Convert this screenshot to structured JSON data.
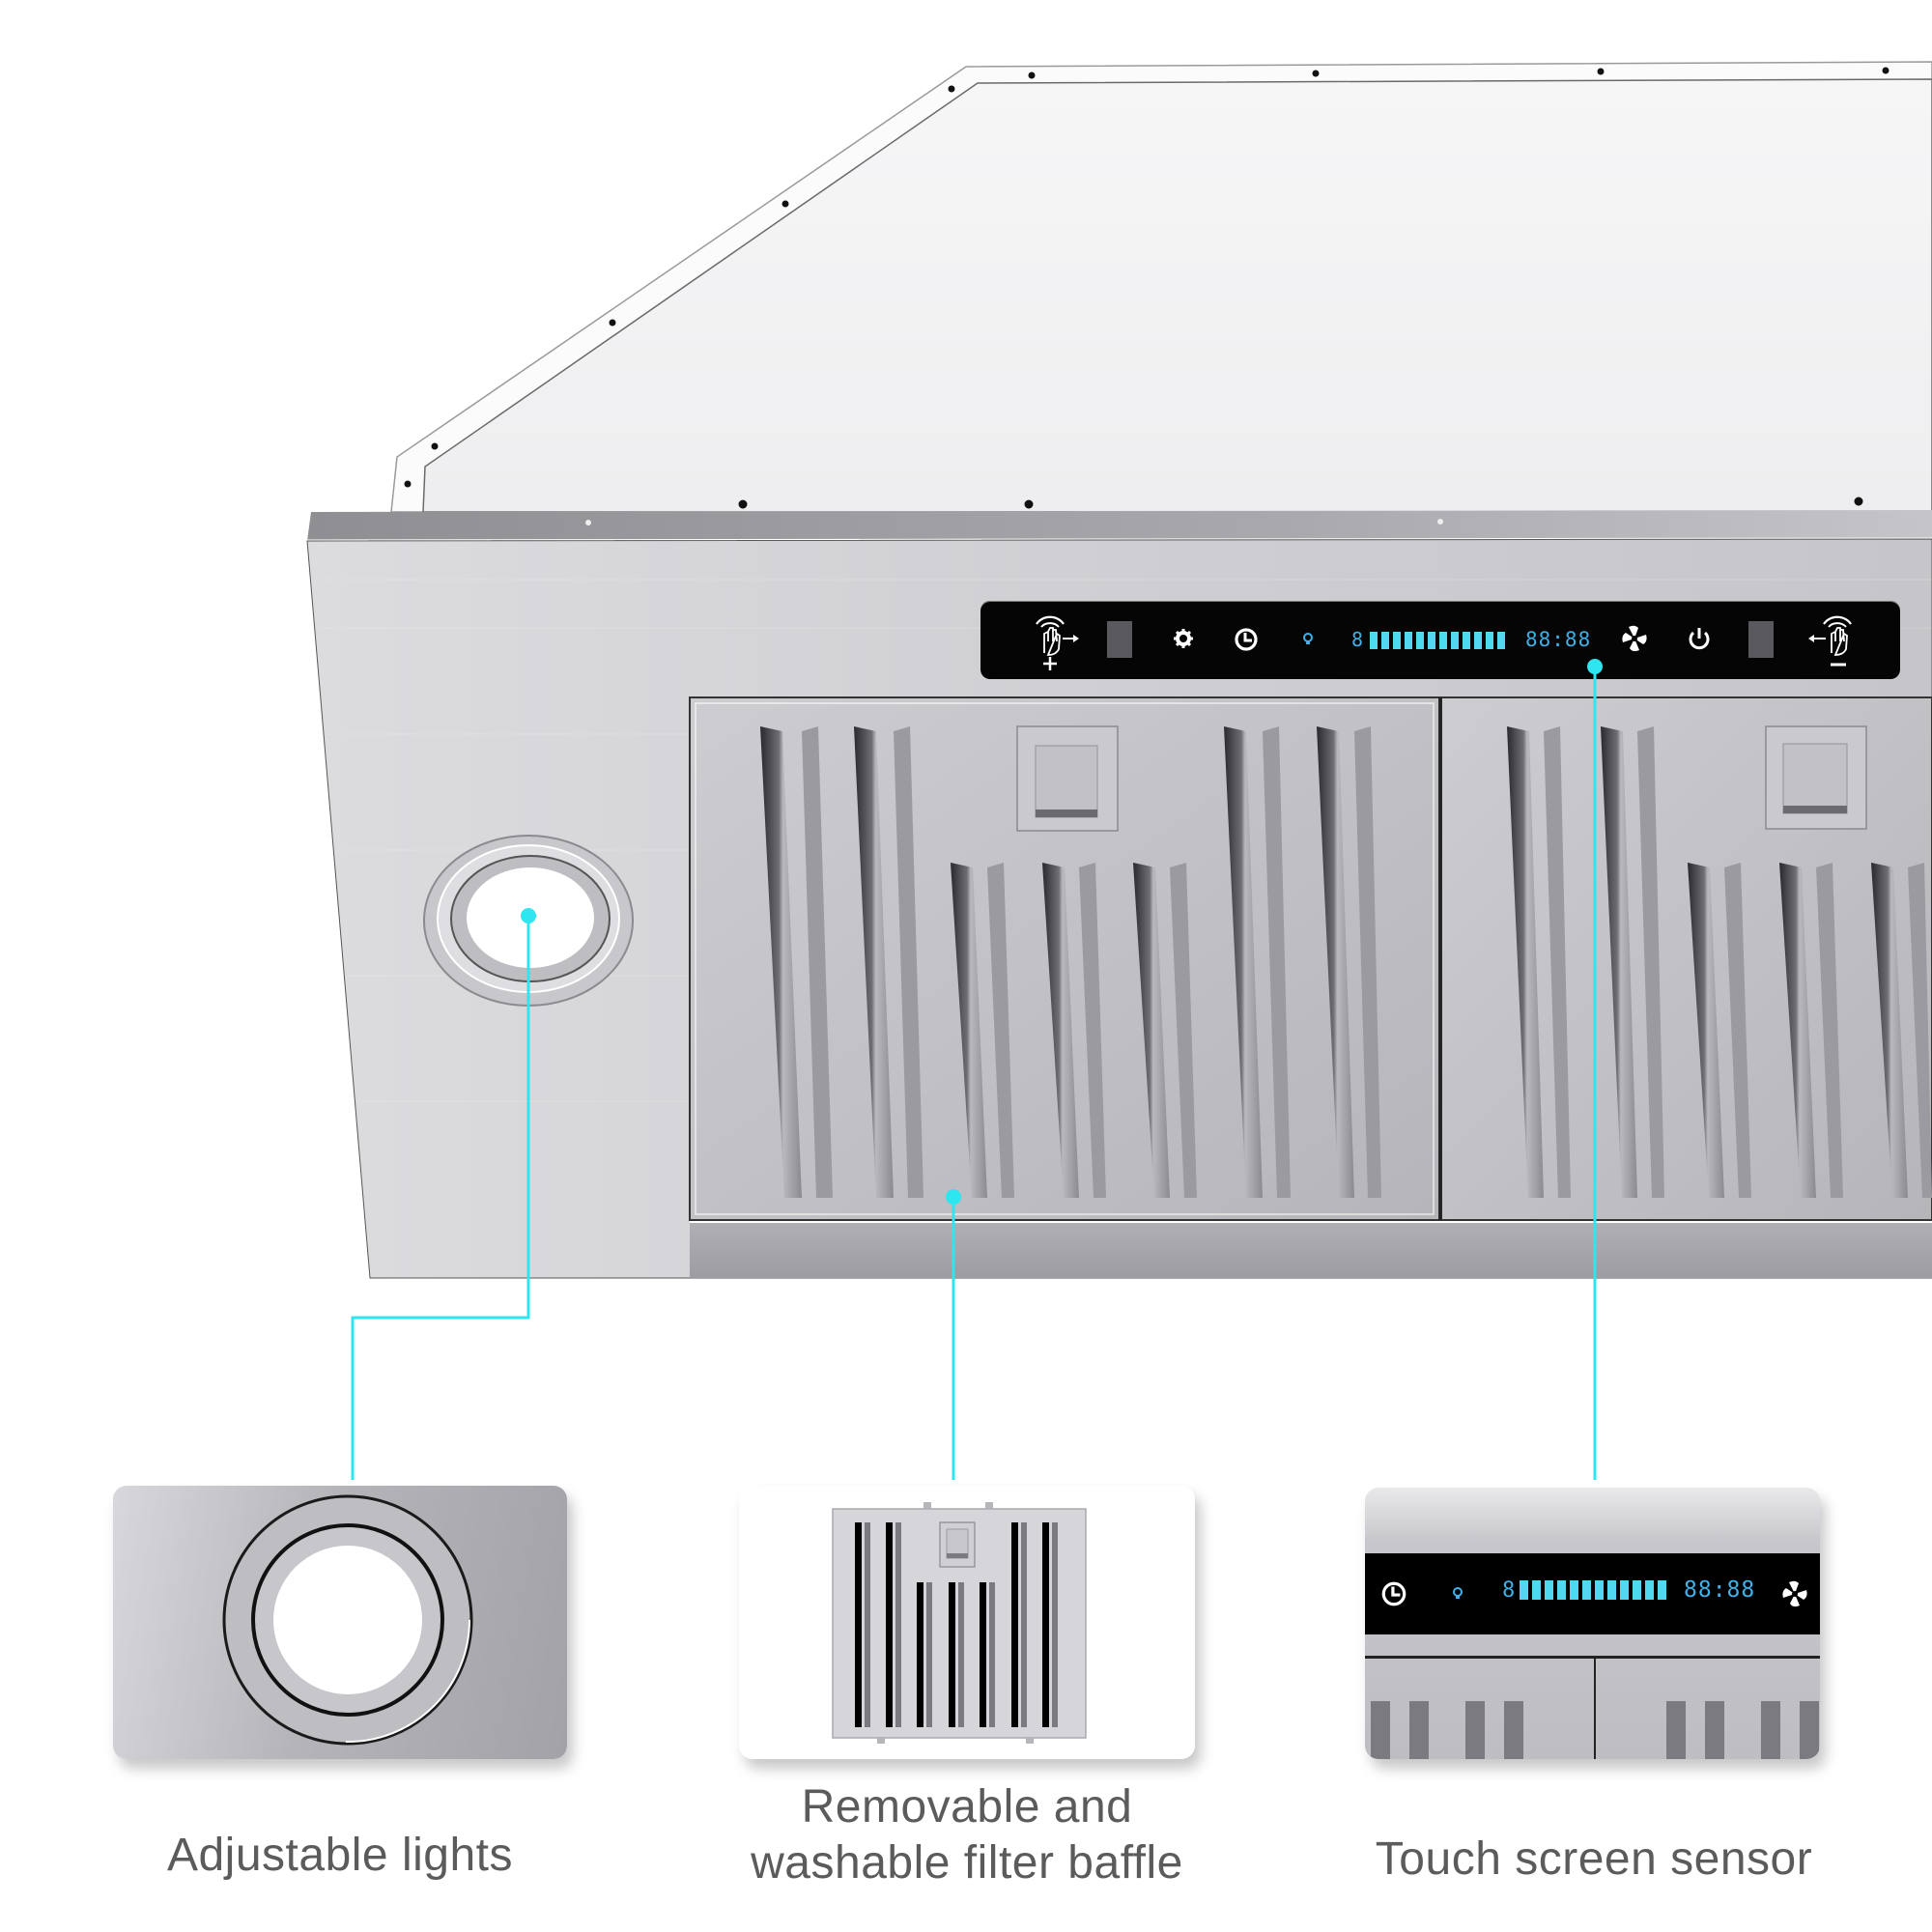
{
  "theme": {
    "callout_color": "#2ee6f0",
    "label_color": "#5b5b5b",
    "panel_bg": "#050505",
    "digit_color": "#3fb0e8",
    "bar_color": "#4fd8f0",
    "steel_light": "#e4e4e7",
    "steel_mid": "#c4c4c9",
    "steel_dark": "#98989e"
  },
  "product": {
    "type": "stainless steel insert range hood",
    "filters_visible": 2,
    "light_count_visible": 1
  },
  "control_panel": {
    "icons": [
      {
        "name": "gesture-plus-icon",
        "sub_label": "+"
      },
      {
        "name": "gesture-sensor-window-left"
      },
      {
        "name": "gear-icon"
      },
      {
        "name": "clock-timer-icon"
      },
      {
        "name": "light-bulb-icon"
      },
      {
        "name": "fan-icon"
      },
      {
        "name": "power-icon"
      },
      {
        "name": "gesture-sensor-window-right"
      },
      {
        "name": "gesture-minus-icon",
        "sub_label": "−"
      }
    ],
    "speed_digit": "8",
    "speed_bar_count": 12,
    "clock_display": "88:88"
  },
  "callouts": [
    {
      "id": "lights",
      "label": "Adjustable lights"
    },
    {
      "id": "filter",
      "label_line1": "Removable and",
      "label_line2": "washable filter baffle"
    },
    {
      "id": "touch",
      "label": "Touch screen sensor"
    }
  ],
  "thumbnails": {
    "touch": {
      "speed_digit": "8",
      "speed_bar_count": 12,
      "clock_display": "88:88"
    }
  }
}
